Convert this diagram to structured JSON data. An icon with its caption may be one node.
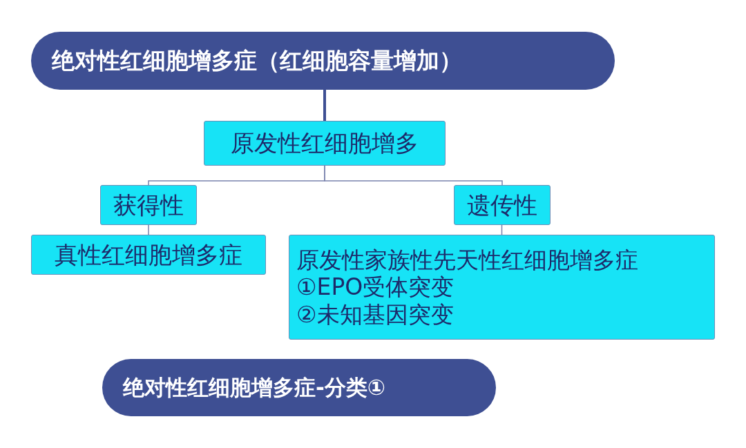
{
  "diagram": {
    "nodes": [
      {
        "text": [
          "绝对性红细胞增多症（红细胞容量增加）"
        ]
      },
      {
        "text": [
          "原发性红细胞增多"
        ]
      },
      {
        "text": [
          "获得性"
        ]
      },
      {
        "text": [
          "遗传性"
        ]
      },
      {
        "text": [
          "真性红细胞增多症"
        ]
      },
      {
        "text": [
          "原发性家族性先天性红细胞增多症",
          "①EPO受体突变",
          "②未知基因突变"
        ]
      },
      {
        "text": [
          "绝对性红细胞增多症-分类①"
        ]
      }
    ],
    "edges": [
      {
        "from": 0,
        "to": 1,
        "arrow": "none",
        "style": "thick"
      },
      {
        "from": 1,
        "to": 2,
        "arrow": "none"
      },
      {
        "from": 1,
        "to": 3,
        "arrow": "none"
      },
      {
        "from": 2,
        "to": 4,
        "arrow": "none"
      },
      {
        "from": 3,
        "to": 5,
        "arrow": "none"
      }
    ]
  }
}
